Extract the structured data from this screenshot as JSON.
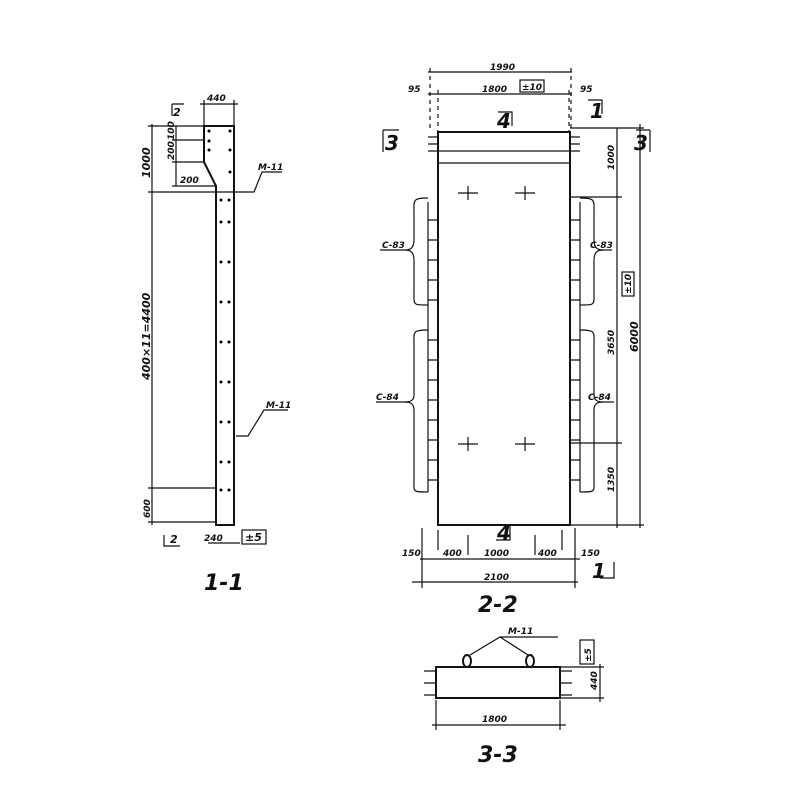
{
  "section_1_1": {
    "title": "1-1",
    "marker_top": "2",
    "marker_bottom": "2",
    "dim_width_top": "440",
    "dim_top": "1000",
    "dim_100": "100",
    "dim_200a": "200",
    "dim_200b": "200",
    "dim_main": "400×11=4400",
    "dim_bottom": "600",
    "dim_thickness": "240",
    "tolerance": "±5",
    "label_m11_top": "M-11",
    "label_m11_mid": "M-11"
  },
  "section_2_2": {
    "title": "2-2",
    "dim_overall_top": "1990",
    "dim_95_left": "95",
    "dim_1800": "1800",
    "tolerance_top": "±10",
    "dim_95_right": "95",
    "marker_4_top": "4",
    "marker_1_top": "1",
    "marker_3_left": "3",
    "marker_3_right": "3",
    "dim_1000": "1000",
    "dim_3650": "3650",
    "dim_6000": "6000",
    "tolerance_right": "±10",
    "dim_1350": "1350",
    "label_c83_left": "C-83",
    "label_c83_right": "C-83",
    "label_c84_left": "C-84",
    "label_c84_right": "C-84",
    "dim_150_left": "150",
    "dim_400_left": "400",
    "dim_1000_bottom": "1000",
    "dim_400_right": "400",
    "dim_150_right": "150",
    "dim_2100": "2100",
    "marker_4_bottom": "4",
    "marker_1_bottom": "1"
  },
  "section_3_3": {
    "title": "3-3",
    "label_m11": "M-11",
    "tolerance": "±5",
    "dim_height": "440",
    "dim_width": "1800"
  }
}
